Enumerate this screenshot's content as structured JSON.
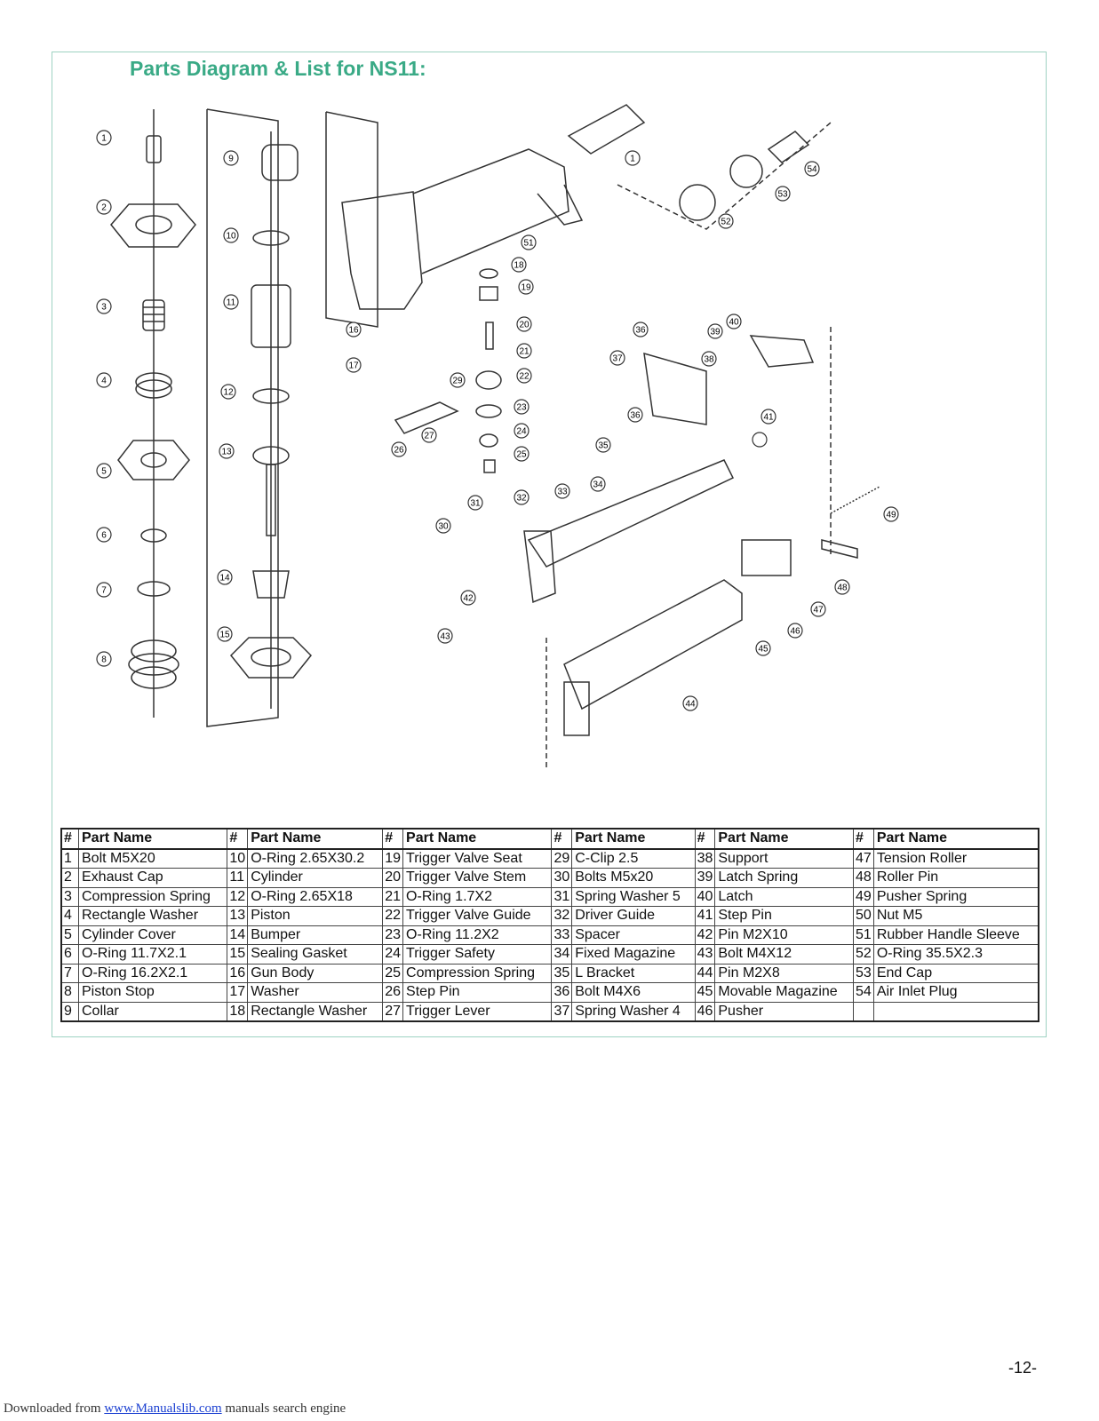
{
  "title": "Parts Diagram & List for NS11:",
  "columns": [
    {
      "num_header": "#",
      "name_header": "Part Name"
    },
    {
      "num_header": "#",
      "name_header": "Part Name"
    },
    {
      "num_header": "#",
      "name_header": "Part Name"
    },
    {
      "num_header": "#",
      "name_header": "Part Name"
    },
    {
      "num_header": "#",
      "name_header": "Part Name"
    },
    {
      "num_header": "#",
      "name_header": "Part Name"
    }
  ],
  "rows": [
    [
      [
        "1",
        "Bolt M5X20"
      ],
      [
        "10",
        "O-Ring 2.65X30.2"
      ],
      [
        "19",
        "Trigger Valve Seat"
      ],
      [
        "29",
        "C-Clip 2.5"
      ],
      [
        "38",
        "Support"
      ],
      [
        "47",
        "Tension Roller"
      ]
    ],
    [
      [
        "2",
        "Exhaust Cap"
      ],
      [
        "11",
        "Cylinder"
      ],
      [
        "20",
        "Trigger Valve Stem"
      ],
      [
        "30",
        "Bolts M5x20"
      ],
      [
        "39",
        "Latch Spring"
      ],
      [
        "48",
        "Roller Pin"
      ]
    ],
    [
      [
        "3",
        "Compression Spring"
      ],
      [
        "12",
        "O-Ring 2.65X18"
      ],
      [
        "21",
        "O-Ring 1.7X2"
      ],
      [
        "31",
        "Spring Washer 5"
      ],
      [
        "40",
        "Latch"
      ],
      [
        "49",
        "Pusher Spring"
      ]
    ],
    [
      [
        "4",
        "Rectangle Washer"
      ],
      [
        "13",
        "Piston"
      ],
      [
        "22",
        "Trigger Valve Guide"
      ],
      [
        "32",
        "Driver Guide"
      ],
      [
        "41",
        "Step Pin"
      ],
      [
        "50",
        "Nut M5"
      ]
    ],
    [
      [
        "5",
        "Cylinder Cover"
      ],
      [
        "14",
        "Bumper"
      ],
      [
        "23",
        "O-Ring 11.2X2"
      ],
      [
        "33",
        "Spacer"
      ],
      [
        "42",
        "Pin M2X10"
      ],
      [
        "51",
        "Rubber Handle Sleeve"
      ]
    ],
    [
      [
        "6",
        "O-Ring 11.7X2.1"
      ],
      [
        "15",
        "Sealing Gasket"
      ],
      [
        "24",
        "Trigger Safety"
      ],
      [
        "34",
        "Fixed Magazine"
      ],
      [
        "43",
        "Bolt M4X12"
      ],
      [
        "52",
        "O-Ring 35.5X2.3"
      ]
    ],
    [
      [
        "7",
        "O-Ring 16.2X2.1"
      ],
      [
        "16",
        "Gun Body"
      ],
      [
        "25",
        "Compression Spring"
      ],
      [
        "35",
        "L Bracket"
      ],
      [
        "44",
        "Pin M2X8"
      ],
      [
        "53",
        "End Cap"
      ]
    ],
    [
      [
        "8",
        "Piston Stop"
      ],
      [
        "17",
        "Washer"
      ],
      [
        "26",
        "Step Pin"
      ],
      [
        "36",
        "Bolt M4X6"
      ],
      [
        "45",
        "Movable Magazine"
      ],
      [
        "54",
        "Air Inlet Plug"
      ]
    ],
    [
      [
        "9",
        "Collar"
      ],
      [
        "18",
        "Rectangle Washer"
      ],
      [
        "27",
        "Trigger Lever"
      ],
      [
        "37",
        "Spring Washer 4"
      ],
      [
        "46",
        "Pusher"
      ],
      [
        "",
        ""
      ]
    ]
  ],
  "callouts": [
    "1",
    "2",
    "3",
    "4",
    "5",
    "6",
    "7",
    "8",
    "9",
    "10",
    "11",
    "12",
    "13",
    "14",
    "15",
    "16",
    "17",
    "18",
    "19",
    "20",
    "21",
    "22",
    "23",
    "24",
    "25",
    "26",
    "27",
    "29",
    "30",
    "31",
    "32",
    "33",
    "34",
    "35",
    "36",
    "36",
    "37",
    "38",
    "39",
    "40",
    "41",
    "42",
    "43",
    "44",
    "45",
    "46",
    "47",
    "48",
    "49",
    "51",
    "52",
    "53",
    "54",
    "1"
  ],
  "page_number": "-12-",
  "footer": {
    "prefix": "Downloaded from ",
    "link": "www.Manualslib.com",
    "suffix": " manuals search engine"
  }
}
